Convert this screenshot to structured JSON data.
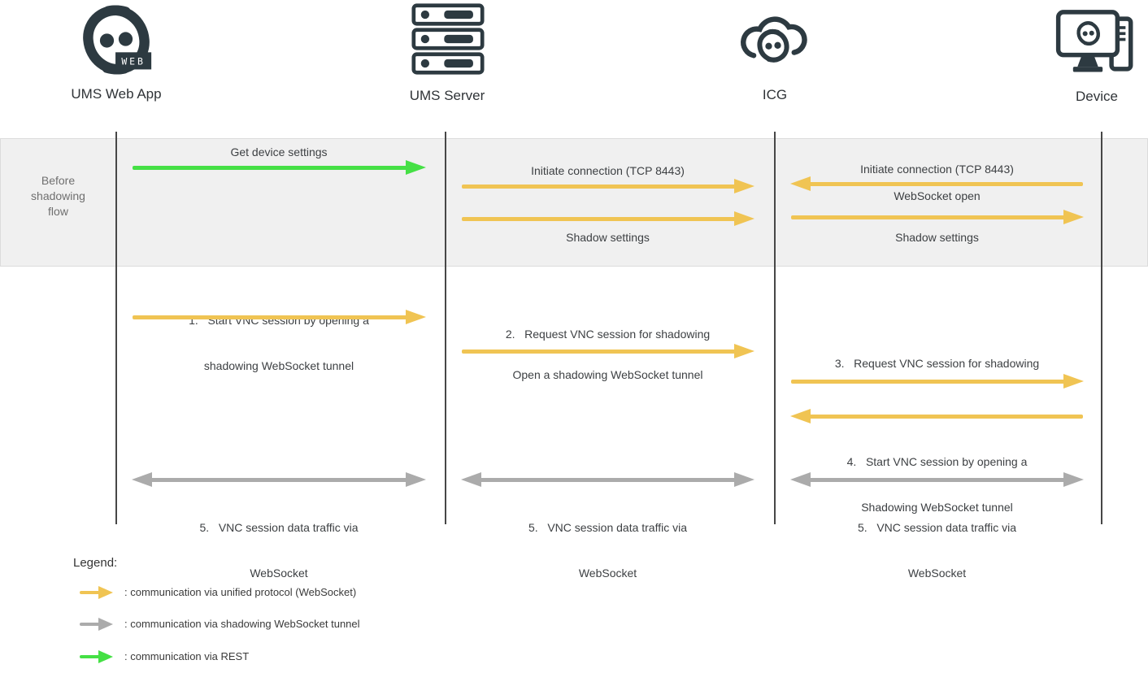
{
  "actors": [
    {
      "label": "UMS Web App",
      "icon": "ums-web-logo-icon",
      "badge": "WEB"
    },
    {
      "label": "UMS Server",
      "icon": "server-rack-icon"
    },
    {
      "label": "ICG",
      "icon": "cloud-gateway-icon"
    },
    {
      "label": "Device",
      "icon": "device-monitor-icon"
    }
  ],
  "phase_band": {
    "line1": "Before",
    "line2": "shadowing",
    "line3": "flow"
  },
  "messages": {
    "get_device_settings": "Get device settings",
    "initiate_ums_icg": "Initiate connection (TCP 8443)",
    "shadow_settings_ums": "Shadow settings",
    "initiate_device_icg": "Initiate connection (TCP 8443)",
    "websocket_open": "WebSocket open",
    "shadow_settings_device": "Shadow settings",
    "step1_l1": "1.   Start VNC session by opening a",
    "step1_l2": "shadowing WebSocket tunnel",
    "step2_l1": "2.   Request VNC session for shadowing",
    "step2_l2": "Open a shadowing WebSocket tunnel",
    "step3_l1": "3.   Request VNC session for shadowing",
    "step4_l1": "4.   Start VNC session by opening a",
    "step4_l2": "Shadowing WebSocket tunnel",
    "step5_l1": "5.   VNC session data traffic via",
    "step5_l2": "WebSocket"
  },
  "legend": {
    "title": "Legend:",
    "items": [
      {
        "swatch": "yellow-arrow-icon",
        "color": "#F0C453",
        "label": ": communication via unified protocol (WebSocket)"
      },
      {
        "swatch": "gray-arrow-icon",
        "color": "#ABABAB",
        "label": ": communication via shadowing WebSocket tunnel"
      },
      {
        "swatch": "green-arrow-icon",
        "color": "#45E045",
        "label": ": communication via REST"
      }
    ]
  },
  "colors": {
    "unified_protocol_arrow": "#F0C453",
    "shadow_tunnel_arrow": "#ABABAB",
    "rest_arrow": "#45E045",
    "icon_dark": "#2D3A41",
    "band_background": "#F0F0F0",
    "lifeline": "#474747"
  }
}
